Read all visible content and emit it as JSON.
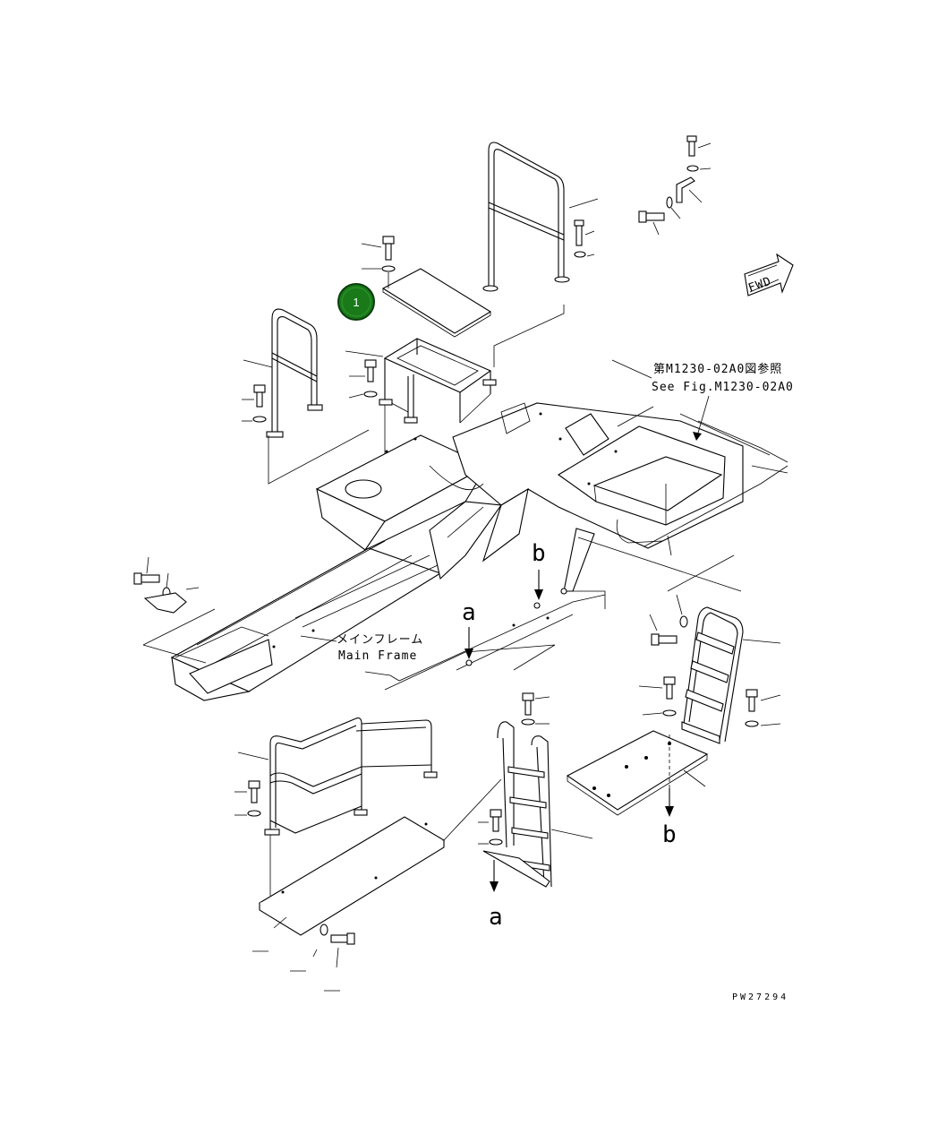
{
  "callout": {
    "number": "1",
    "color": "#1a7a1a"
  },
  "fwd_label": "FWD",
  "references": {
    "see_fig_jp": "第M1230-02A0図参照",
    "see_fig_en": "See Fig.M1230-02A0"
  },
  "main_frame": {
    "jp": "メインフレーム",
    "en": "Main Frame"
  },
  "view_markers": {
    "a": "a",
    "b": "b"
  },
  "drawing_number": "PW27294"
}
